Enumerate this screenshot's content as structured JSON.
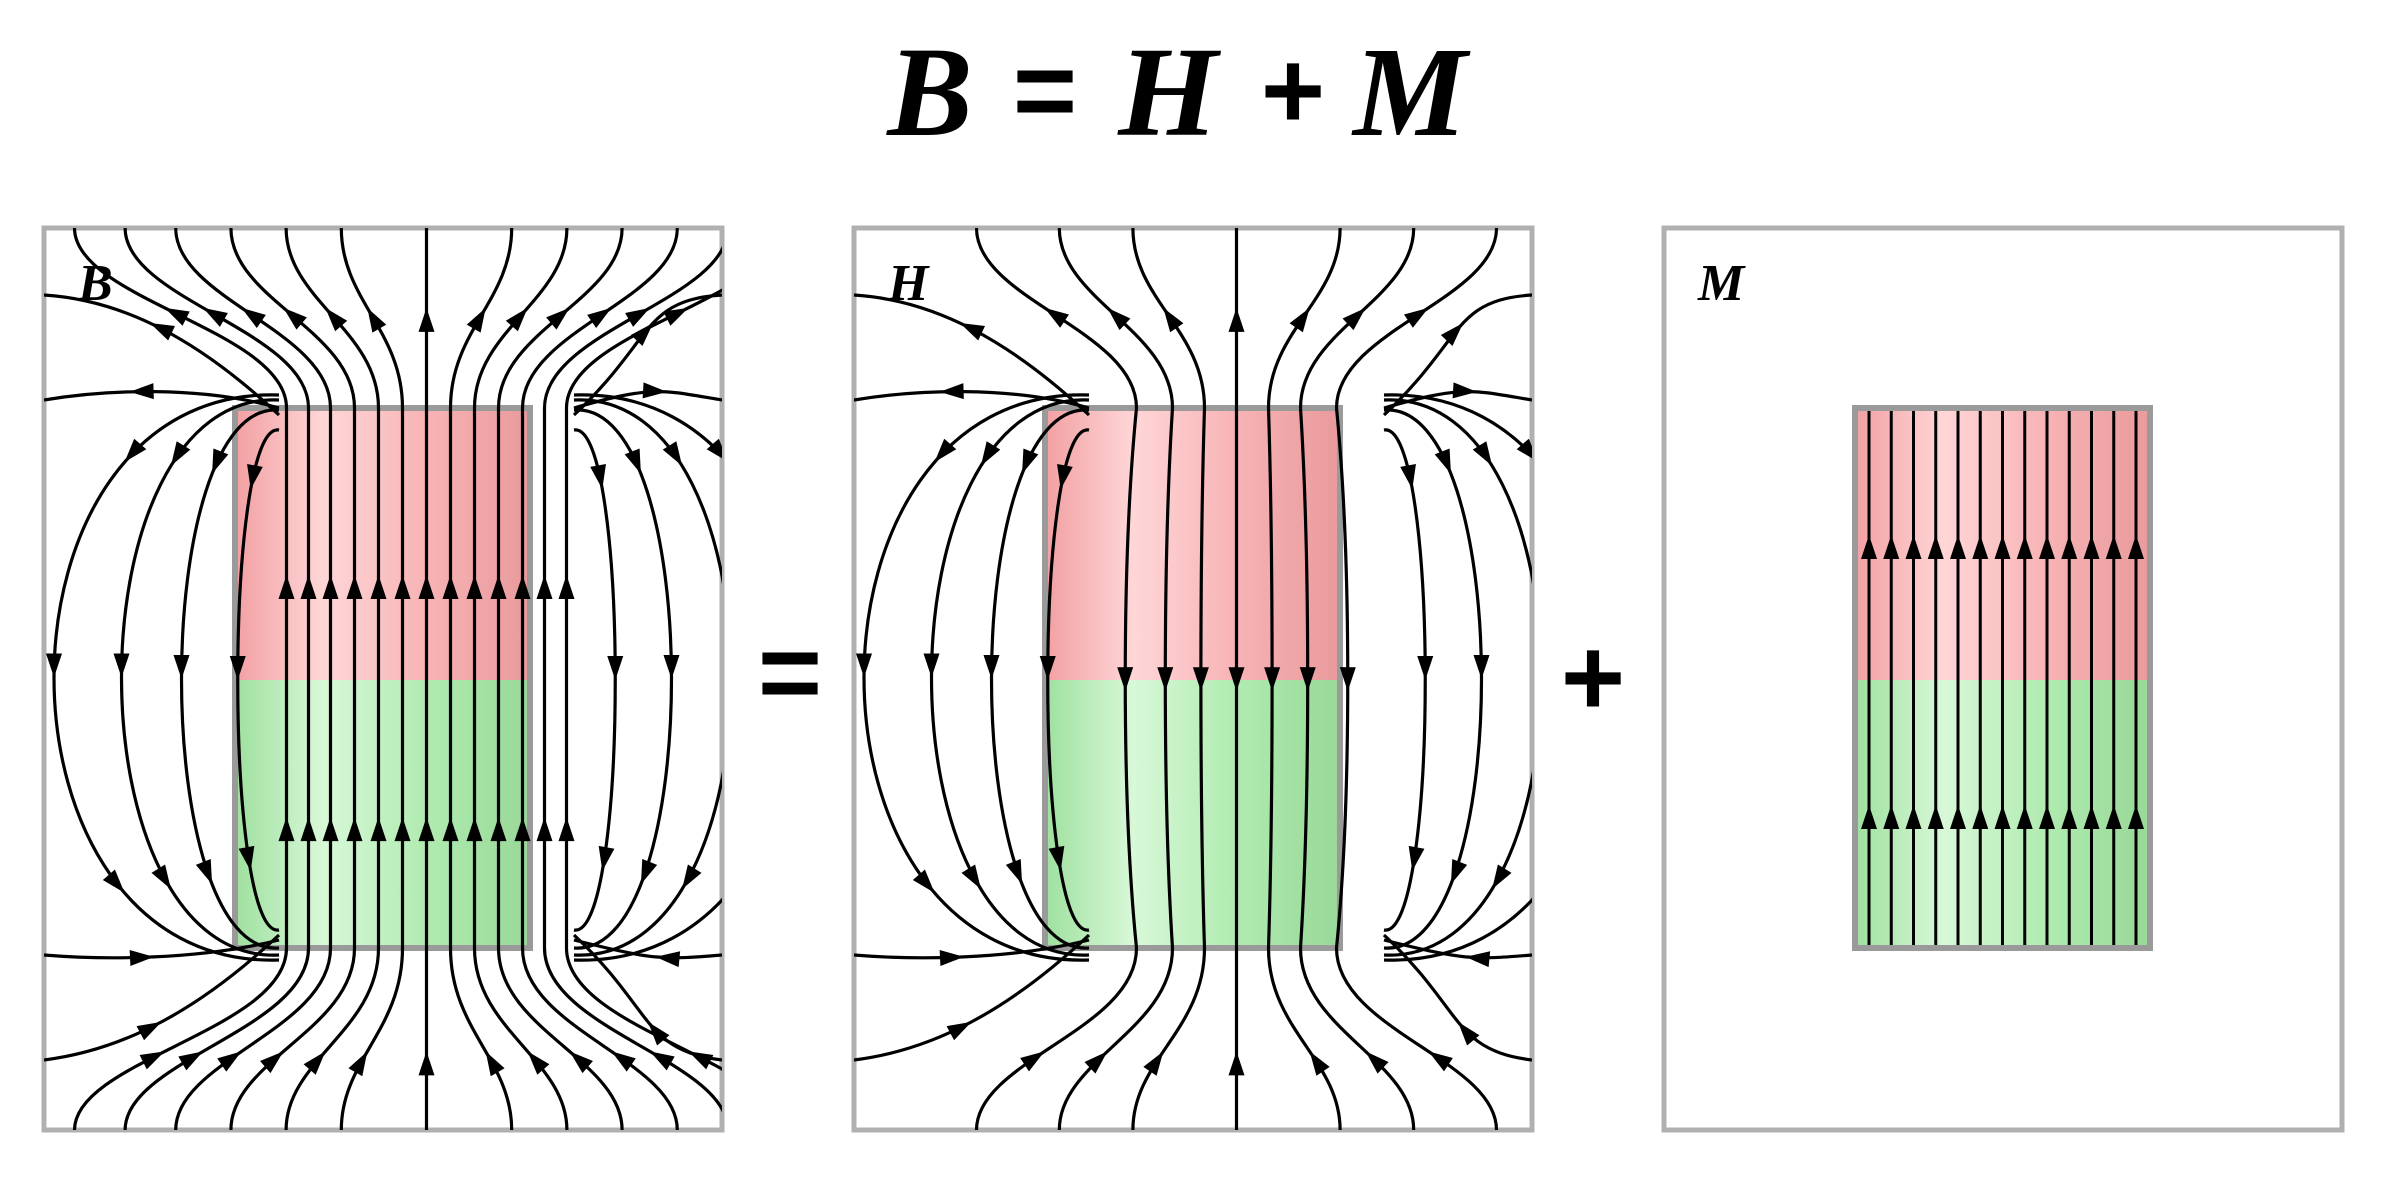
{
  "equation": {
    "B": "B",
    "eq": "=",
    "H": "H",
    "plus": "+",
    "M": "M"
  },
  "panels": [
    {
      "id": "B",
      "label": "B",
      "field": "B"
    },
    {
      "id": "H",
      "label": "H",
      "field": "H"
    },
    {
      "id": "M",
      "label": "M",
      "field": "M"
    }
  ],
  "operators": {
    "equals": "=",
    "plus": "+"
  },
  "colors": {
    "north": "#f4a6a8",
    "north_highlight": "#ffd3d4",
    "south": "#a6e6a6",
    "south_highlight": "#d6f7d6",
    "magnet_border": "#9a9a9a",
    "panel_border": "#b0b0b0",
    "field_line": "#000000"
  }
}
